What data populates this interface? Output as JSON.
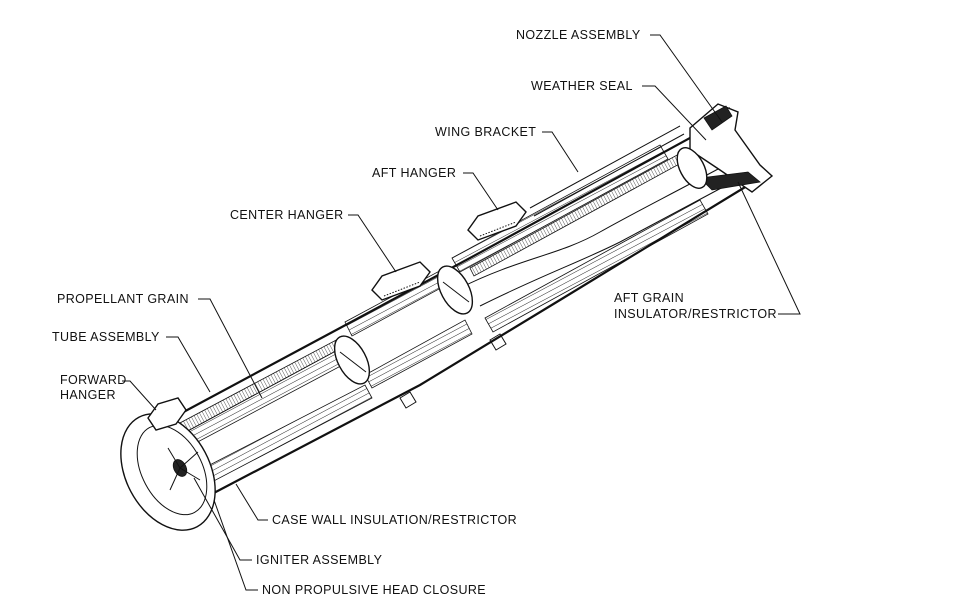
{
  "colors": {
    "ink": "#111111",
    "paper": "#ffffff"
  },
  "labels": {
    "nozzle_assembly": "NOZZLE ASSEMBLY",
    "weather_seal": "WEATHER SEAL",
    "wing_bracket": "WING BRACKET",
    "aft_hanger": "AFT HANGER",
    "center_hanger": "CENTER HANGER",
    "propellant_grain": "PROPELLANT GRAIN",
    "tube_assembly": "TUBE ASSEMBLY",
    "forward_hanger_line1": "FORWARD",
    "forward_hanger_line2": "HANGER",
    "aft_grain_line1": "AFT GRAIN",
    "aft_grain_line2": "INSULATOR/RESTRICTOR",
    "case_wall": "CASE WALL INSULATION/RESTRICTOR",
    "igniter_assembly": "IGNITER ASSEMBLY",
    "head_closure": "NON PROPULSIVE HEAD CLOSURE"
  }
}
